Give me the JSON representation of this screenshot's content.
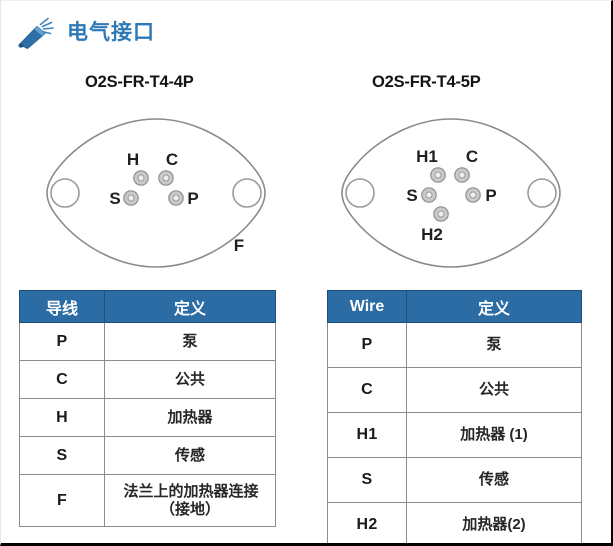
{
  "page": {
    "section_title": "电气接口",
    "title_color": "#2e78b6",
    "header_icon": "cable-icon",
    "background": "#ffffff"
  },
  "diagrams": [
    {
      "id": "left",
      "model": "O2S-FR-T4-4P",
      "package_style": "TO-3 flange",
      "pin_labels": [
        "H",
        "C",
        "S",
        "P"
      ],
      "flange_label": "F",
      "pin_count": 4
    },
    {
      "id": "right",
      "model": "O2S-FR-T4-5P",
      "package_style": "TO-3 flange",
      "pin_labels": [
        "H1",
        "C",
        "S",
        "P",
        "H2"
      ],
      "flange_label": "",
      "pin_count": 5
    }
  ],
  "tables": {
    "left": {
      "header_color": "#2c6ca4",
      "columns": [
        "导线",
        "定义"
      ],
      "rows": [
        {
          "code": "P",
          "definition": "泵"
        },
        {
          "code": "C",
          "definition": "公共"
        },
        {
          "code": "H",
          "definition": "加热器"
        },
        {
          "code": "S",
          "definition": "传感"
        },
        {
          "code": "F",
          "definition_line1": "法兰上的加热器连接",
          "definition_line2": "（接地）"
        }
      ]
    },
    "right": {
      "header_color": "#2c6ca4",
      "columns": [
        "Wire",
        "定义"
      ],
      "rows": [
        {
          "code": "P",
          "definition": "泵"
        },
        {
          "code": "C",
          "definition": "公共"
        },
        {
          "code": "H1",
          "definition": "加热器 (1)"
        },
        {
          "code": "S",
          "definition": "传感"
        },
        {
          "code": "H2",
          "definition": "加热器(2)"
        }
      ]
    }
  }
}
